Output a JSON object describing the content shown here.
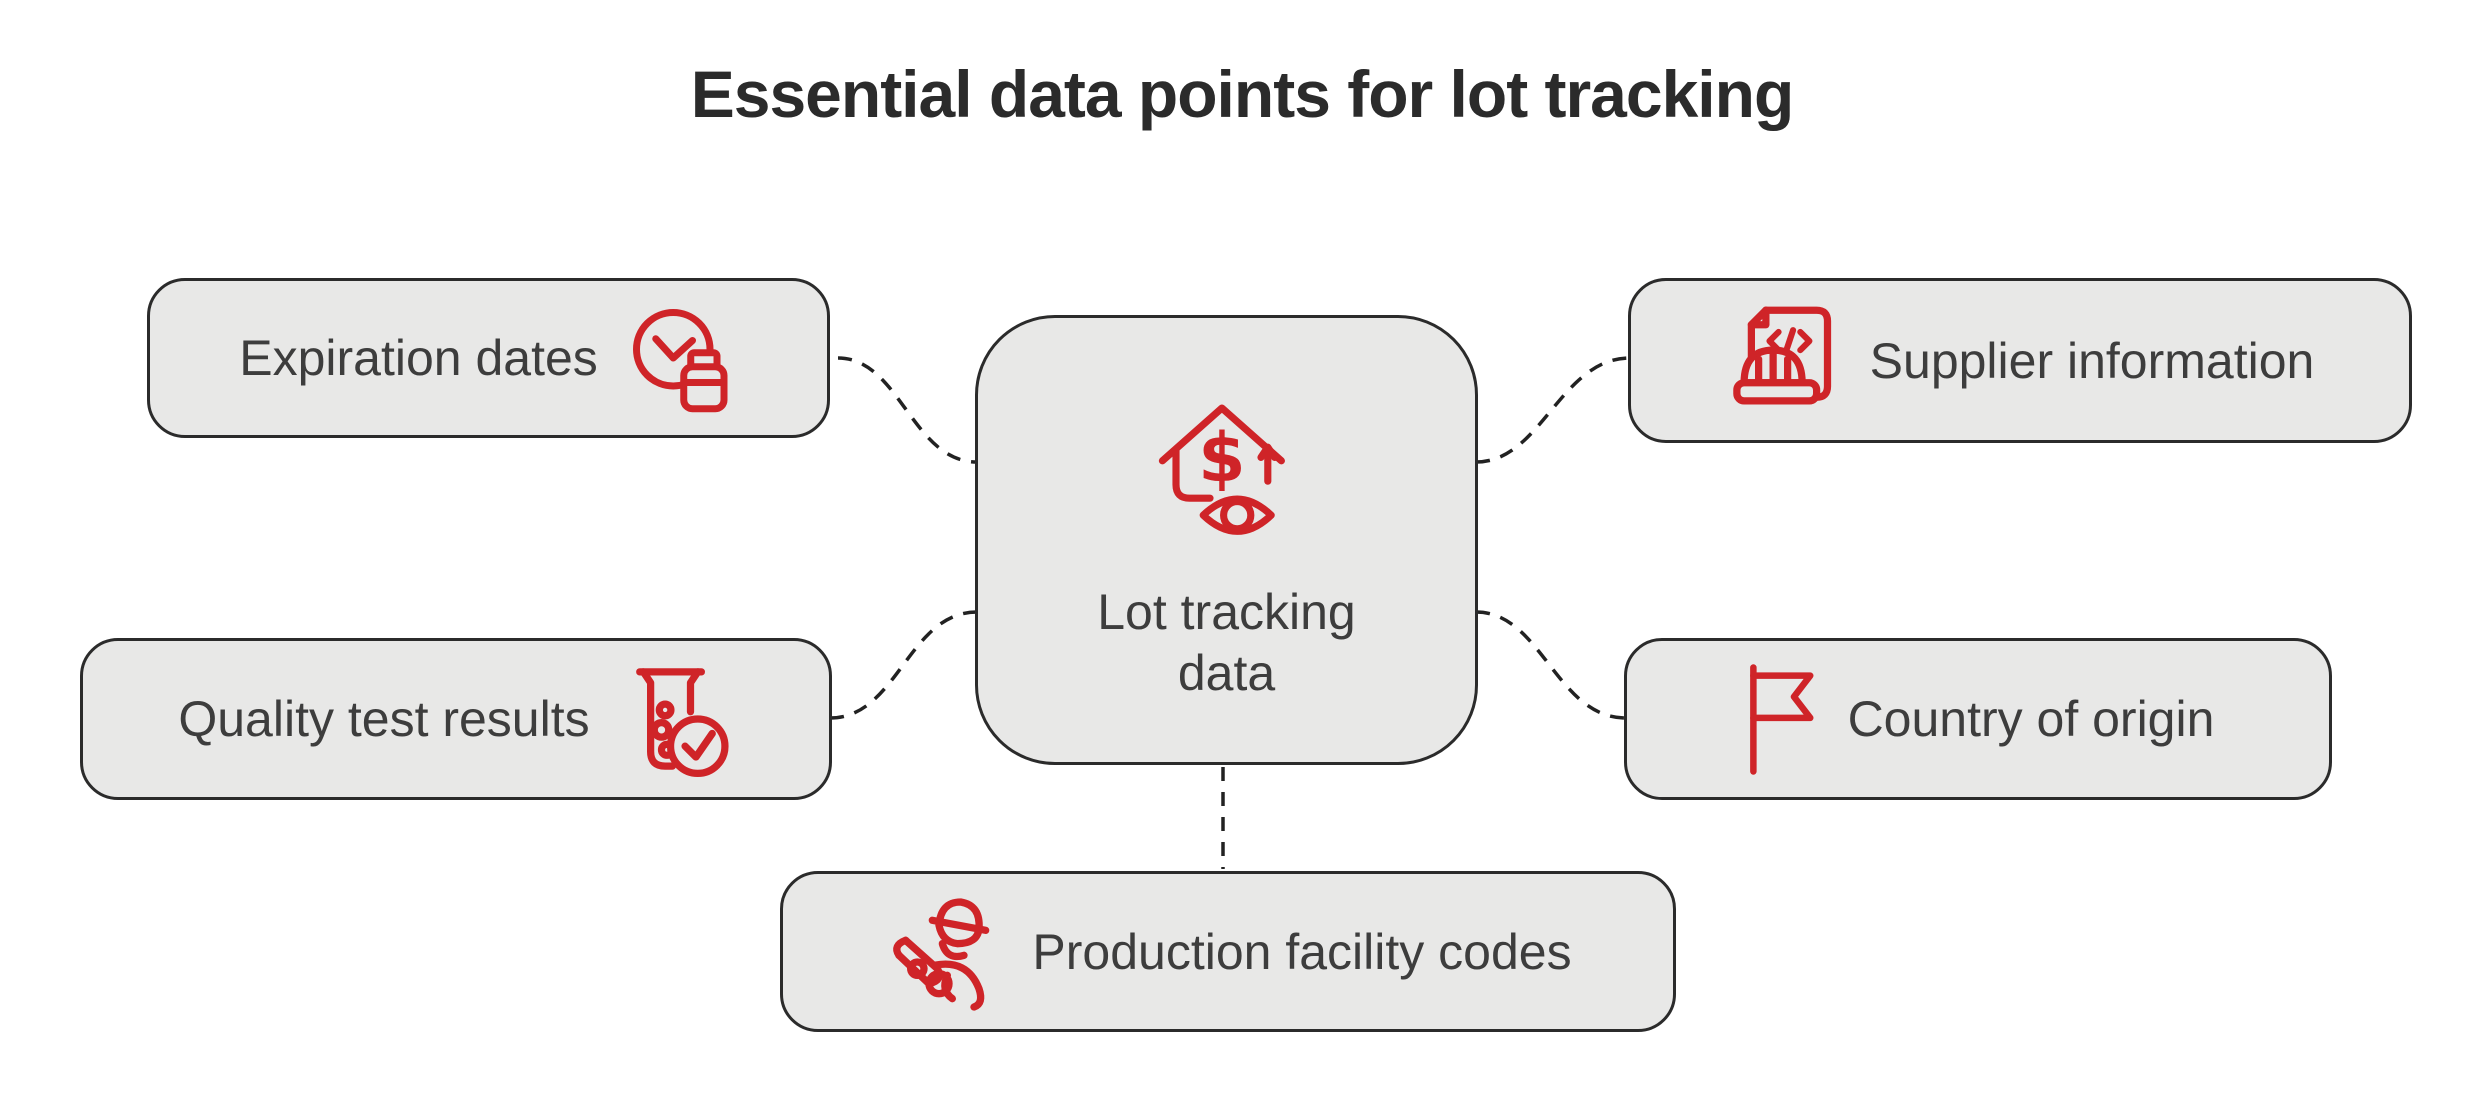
{
  "title": "Essential data points for lot tracking",
  "center": {
    "label": "Lot tracking data",
    "icon": "house-dollar-eye-icon",
    "dollar_glyph": "$"
  },
  "nodes": [
    {
      "id": "expiration-dates",
      "label": "Expiration dates",
      "icon": "clock-bottle-icon",
      "icon_side": "right"
    },
    {
      "id": "quality-test-results",
      "label": "Quality test results",
      "icon": "test-tube-check-icon",
      "icon_side": "right"
    },
    {
      "id": "supplier-information",
      "label": "Supplier information",
      "icon": "document-code-hardhat-icon",
      "icon_side": "left"
    },
    {
      "id": "country-of-origin",
      "label": "Country of origin",
      "icon": "flag-icon",
      "icon_side": "left"
    },
    {
      "id": "production-facility-codes",
      "label": "Production facility codes",
      "icon": "construction-worker-icon",
      "icon_side": "left"
    }
  ],
  "colors": {
    "accent_red": "#cf2428",
    "node_fill": "#e8e8e7",
    "node_border": "#2b2b2b",
    "text": "#3d3d3d",
    "title_text": "#2b2b2b",
    "connector": "#222222",
    "background": "#ffffff"
  }
}
